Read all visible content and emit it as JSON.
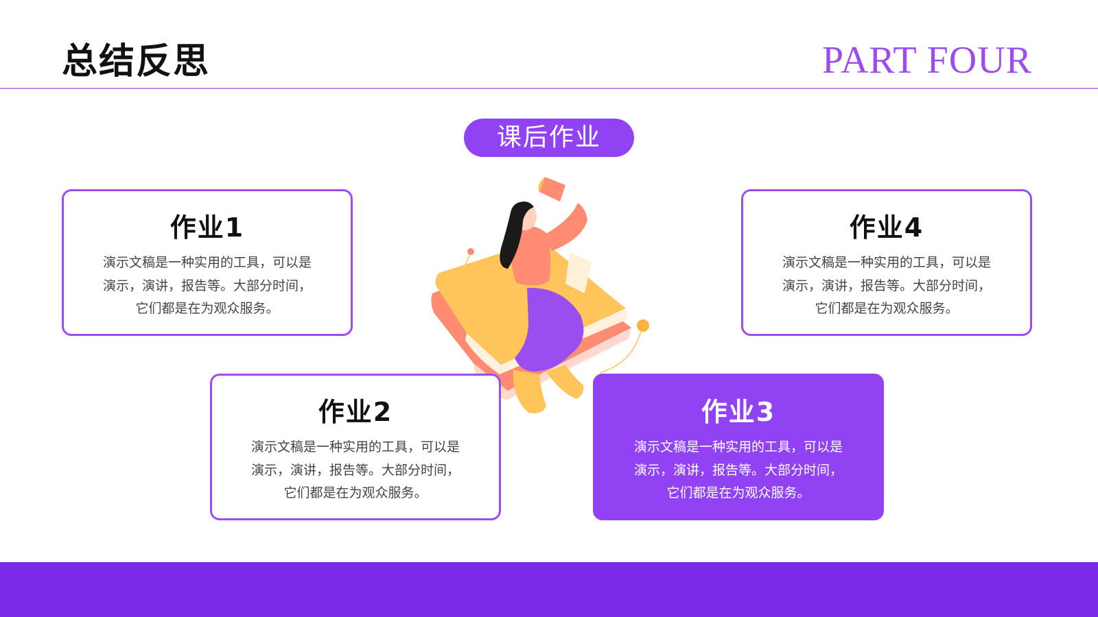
{
  "header": {
    "title": "总结反思",
    "part": "PART FOUR"
  },
  "section_pill": "课后作业",
  "cards": [
    {
      "title": "作业1",
      "lines": [
        "演示文稿是一种实用的工具，可以是",
        "演示，演讲，报告等。大部分时间，",
        "它们都是在为观众服务。"
      ]
    },
    {
      "title": "作业2",
      "lines": [
        "演示文稿是一种实用的工具，可以是",
        "演示，演讲，报告等。大部分时间，",
        "它们都是在为观众服务。"
      ]
    },
    {
      "title": "作业3",
      "lines": [
        "演示文稿是一种实用的工具，可以是",
        "演示，演讲，报告等。大部分时间，",
        "它们都是在为观众服务。"
      ]
    },
    {
      "title": "作业4",
      "lines": [
        "演示文稿是一种实用的工具，可以是",
        "演示，演讲，报告等。大部分时间，",
        "它们都是在为观众服务。"
      ]
    }
  ],
  "colors": {
    "accent": "#9142f3",
    "accent_dark": "#7b2be5",
    "book_orange": "#ffc45a",
    "book_coral": "#ff8c72"
  },
  "illustration": "woman-sitting-on-books-with-megaphone"
}
